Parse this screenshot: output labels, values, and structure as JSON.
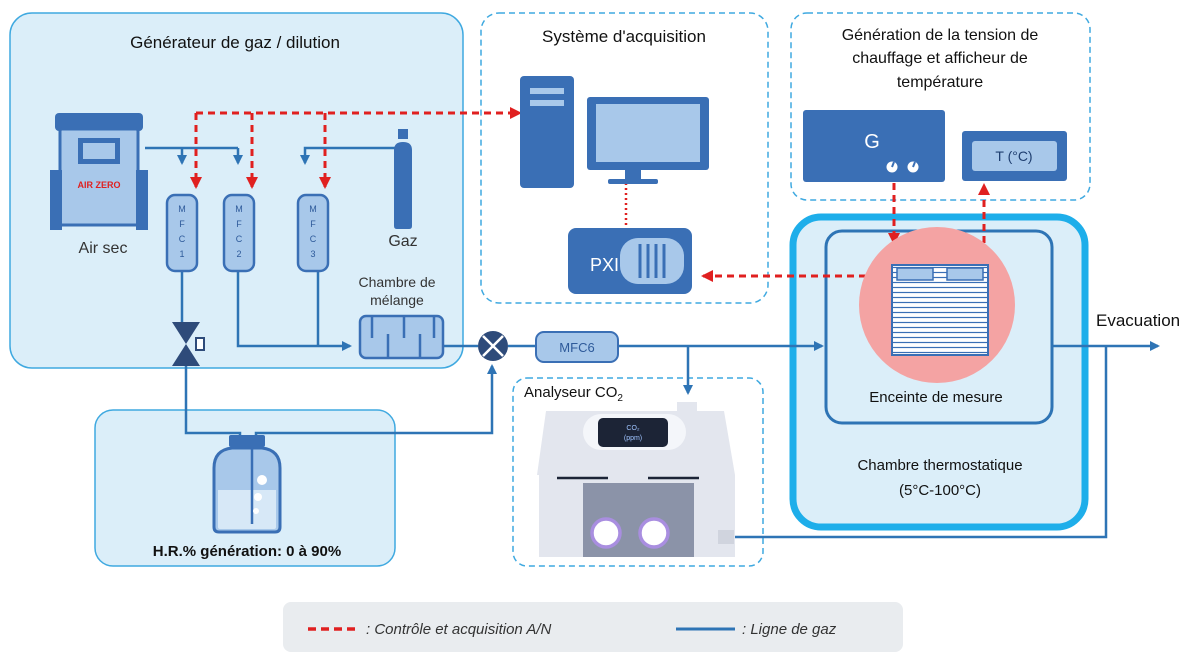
{
  "labels": {
    "gen_title": "Générateur de gaz / dilution",
    "acq_title": "Système d'acquisition",
    "heat_title_l1": "Génération de la tension de",
    "heat_title_l2": "chauffage et afficheur de",
    "heat_title_l3": "température",
    "air_zero": "AIR ZERO",
    "air_sec": "Air sec",
    "gaz": "Gaz",
    "mfc1": [
      "M",
      "F",
      "C",
      "1"
    ],
    "mfc2": [
      "M",
      "F",
      "C",
      "2"
    ],
    "mfc3": [
      "M",
      "F",
      "C",
      "3"
    ],
    "chambre_melange_l1": "Chambre de",
    "chambre_melange_l2": "mélange",
    "mfc6": "MFC6",
    "pxi": "PXI",
    "g_label": "G",
    "t_display": "T (°C)",
    "analyseur": "Analyseur CO",
    "analyseur_sub": "2",
    "co2_screen_l1": "CO₂",
    "co2_screen_l2": "(ppm)",
    "hr_label": "H.R.% génération: 0 à 90%",
    "enceinte": "Enceinte de mesure",
    "chambre_thermo_l1": "Chambre thermostatique",
    "chambre_thermo_l2": "(5°C-100°C)",
    "evacuation": "Evacuation"
  },
  "legend": {
    "control_label": ": Contrôle et acquisition A/N",
    "gas_label": ": Ligne de gaz"
  },
  "colors": {
    "gas_line": "#2e74b5",
    "control_line": "#e02020",
    "panel_fill": "#dbeef9",
    "panel_stroke": "#3fa9e0",
    "device_blue": "#3a6fb5",
    "mfc_fill": "#a8c8ea",
    "heater_pink": "#f4a3a3"
  }
}
